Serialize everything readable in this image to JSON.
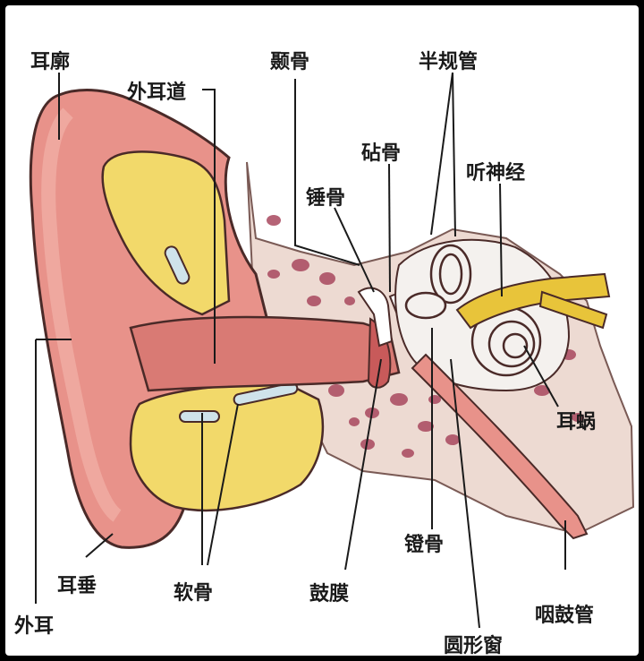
{
  "diagram": {
    "labels": {
      "auricle": "耳廓",
      "ear_canal": "外耳道",
      "temporal_bone": "颞骨",
      "semicircular_canals": "半规管",
      "incus": "砧骨",
      "auditory_nerve": "听神经",
      "malleus": "锤骨",
      "outer_ear": "外耳",
      "cochlea": "耳蜗",
      "stapes": "镫骨",
      "eustachian_tube": "咽鼓管",
      "earlobe": "耳垂",
      "cartilage": "软骨",
      "eardrum": "鼓膜",
      "round_window": "圆形窗"
    }
  },
  "colors": {
    "skin": "#e8928a",
    "skin_light": "#f2b2a8",
    "cartilage": "#f2d96a",
    "bone": "#eddad2",
    "bone_spots": "#a8485e",
    "canal": "#d97a74",
    "nerve": "#e8c43a",
    "inner_ear": "#f4f1ee"
  }
}
